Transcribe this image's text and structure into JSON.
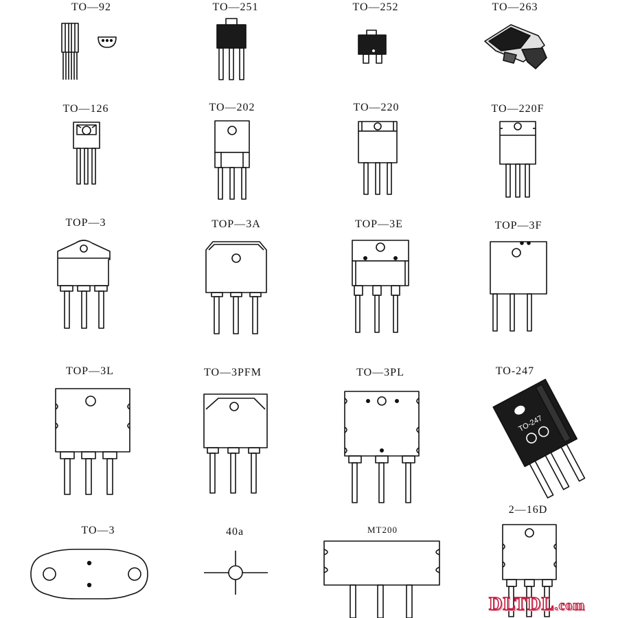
{
  "packages": [
    {
      "id": "to-92",
      "label": "TO—92"
    },
    {
      "id": "to-251",
      "label": "TO—251"
    },
    {
      "id": "to-252",
      "label": "TO—252"
    },
    {
      "id": "to-263",
      "label": "TO—263"
    },
    {
      "id": "to-126",
      "label": "TO—126"
    },
    {
      "id": "to-202",
      "label": "TO—202"
    },
    {
      "id": "to-220",
      "label": "TO—220"
    },
    {
      "id": "to-220f",
      "label": "TO—220F"
    },
    {
      "id": "top-3",
      "label": "TOP—3"
    },
    {
      "id": "top-3a",
      "label": "TOP—3A"
    },
    {
      "id": "top-3e",
      "label": "TOP—3E"
    },
    {
      "id": "top-3f",
      "label": "TOP—3F"
    },
    {
      "id": "top-3l",
      "label": "TOP—3L"
    },
    {
      "id": "to-3pfm",
      "label": "TO—3PFM"
    },
    {
      "id": "to-3pl",
      "label": "TO—3PL"
    },
    {
      "id": "to-247",
      "label": "TO-247",
      "body_text": "TO-247"
    },
    {
      "id": "to-3",
      "label": "TO—3"
    },
    {
      "id": "40a",
      "label": "40a"
    },
    {
      "id": "mt200",
      "label": "MT200"
    },
    {
      "id": "2-16d",
      "label": "2—16D"
    }
  ],
  "watermark": {
    "main": "DLTDL",
    "suffix": ".com"
  },
  "colors": {
    "ink": "#111111",
    "body_fill": "#ffffff",
    "dark_fill": "#1a1a1a",
    "watermark": "#c0183a"
  }
}
